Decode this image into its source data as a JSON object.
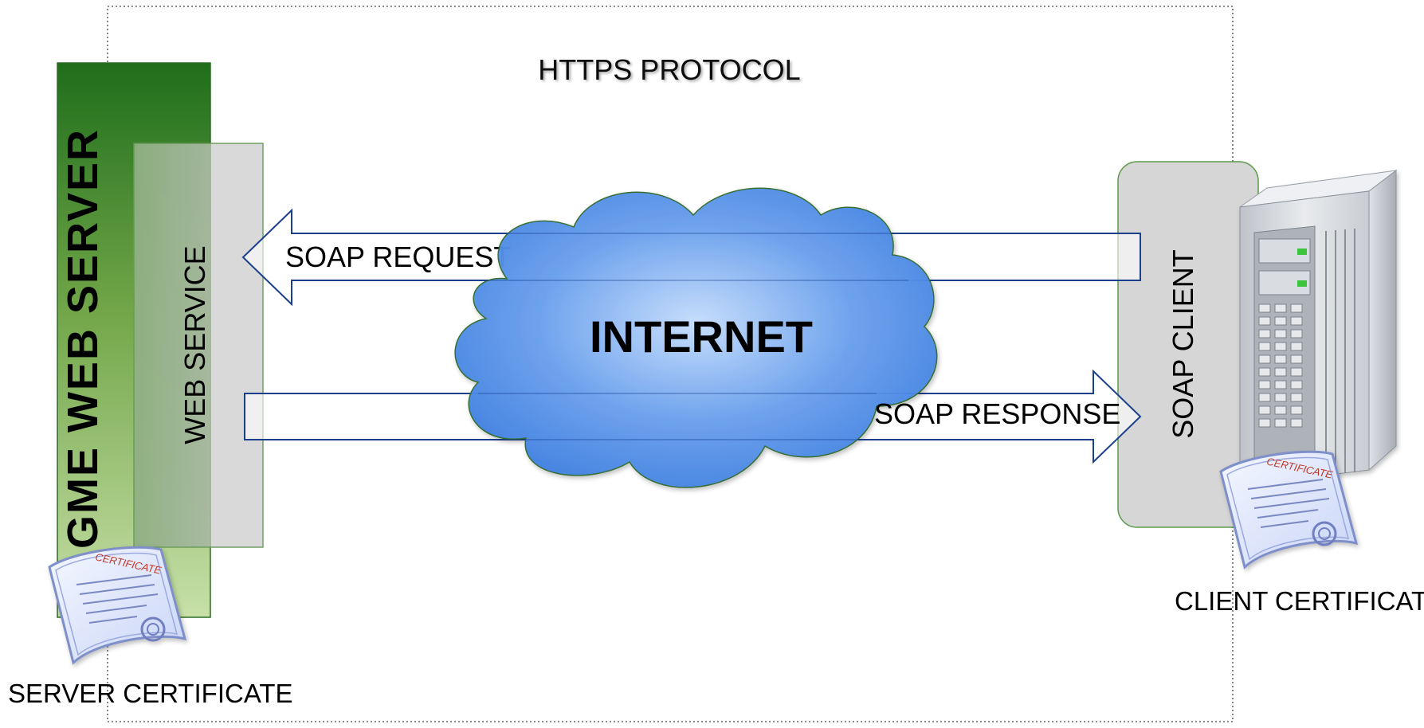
{
  "diagram": {
    "protocol_label": "HTTPS PROTOCOL",
    "server_label": "GME WEB SERVER",
    "web_service_label": "WEB SERVICE",
    "soap_client_label": "SOAP CLIENT",
    "internet_label": "INTERNET",
    "soap_request_label": "SOAP REQUEST",
    "soap_response_label": "SOAP RESPONSE",
    "server_certificate_label": "SERVER CERTIFICATE",
    "client_certificate_label": "CLIENT CERTIFICATE",
    "certificate_seal_text": "CERTIFICATE"
  },
  "colors": {
    "server_green": "#2a7a22",
    "server_light_green": "#98c46a",
    "panel_gray": "#d4d4d4",
    "cloud_blue": "#5d95e6",
    "cloud_light": "#b9d6fa",
    "arrow_blue": "#1c3f8c",
    "certificate_red": "#c0392b",
    "border_dotted": "#444444"
  }
}
